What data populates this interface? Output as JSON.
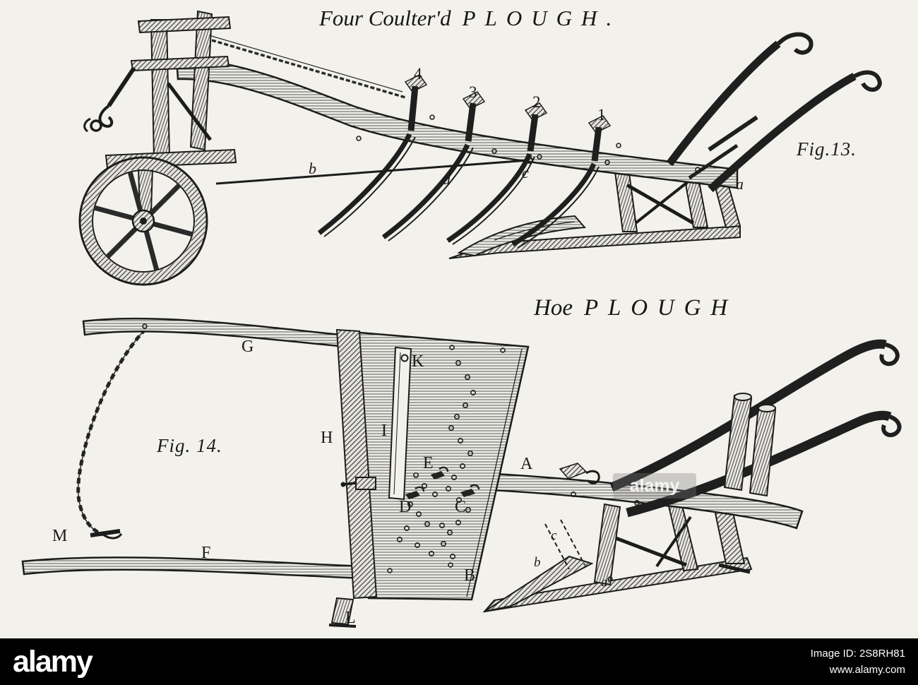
{
  "page": {
    "background": "#f2f1ec",
    "ink": "#1c1c1c"
  },
  "fig13": {
    "title_script": "Four Coulter'd",
    "title_caps": "PLOUGH.",
    "fig_label": "Fig.13.",
    "coulter_numbers": [
      "4",
      "3",
      "2",
      "1"
    ],
    "part_labels": [
      "b",
      "d",
      "c",
      "a"
    ]
  },
  "fig14": {
    "title_script": "Hoe",
    "title_caps": "PLOUGH",
    "fig_label": "Fig. 14.",
    "frame_labels": [
      "G",
      "K",
      "H",
      "I",
      "E",
      "A",
      "M",
      "F",
      "D",
      "C",
      "B",
      "L"
    ],
    "share_labels": [
      "c",
      "b",
      "a"
    ]
  },
  "watermark": {
    "text": "alamy"
  },
  "footer": {
    "brand": "alamy",
    "image_id": "Image ID: 2S8RH81",
    "url": "www.alamy.com"
  }
}
